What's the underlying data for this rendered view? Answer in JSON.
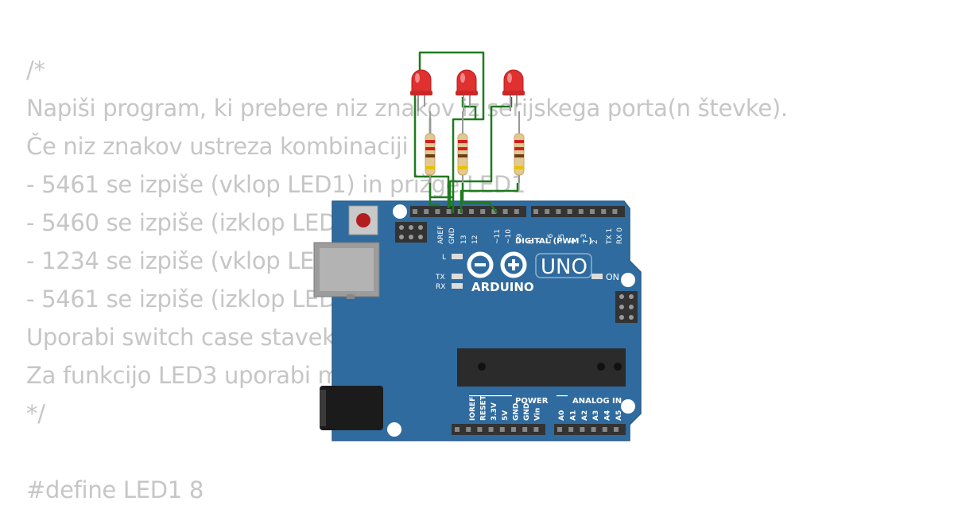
{
  "code_lines": [
    "/*",
    "Napiši program, ki prebere niz znakov iz serijskega porta(n števke).",
    "Če niz znakov ustreza kombinaciji",
    "- 5461 se izpiše (vklop LED1) in prižge LED1",
    "- 5460 se izpiše (izklop LED1) in ugasne LED1",
    "- 1234 se izpiše (vklop LED2) in prižge LED2",
    "- 5461 se izpiše (izklop LED2) in ugasne LED2",
    "Uporabi switch case stavek.",
    "Za funkcijo LED3 uporabi millis().",
    "*/",
    "",
    "#define LED1 8"
  ],
  "board": {
    "model_label": "UNO",
    "brand_label": "ARDUINO",
    "digital_header": "DIGITAL (PWM ~)",
    "power_header": "POWER",
    "analog_header": "ANALOG IN",
    "on_label": "ON",
    "l_label": "L",
    "tx_label": "TX",
    "rx_label": "RX",
    "digital_pins": [
      "AREF",
      "GND",
      "13",
      "12",
      "~11",
      "~10",
      "~9",
      "8",
      "7",
      "~6",
      "~5",
      "4",
      "~3",
      "2",
      "TX 1",
      "RX 0"
    ],
    "power_pins": [
      "IOREF",
      "RESET",
      "3.3V",
      "5V",
      "GND",
      "GND",
      "Vin"
    ],
    "analog_pins": [
      "A0",
      "A1",
      "A2",
      "A3",
      "A4",
      "A5"
    ]
  },
  "colors": {
    "board": "#2f6b9e",
    "wire": "#1f7a1f",
    "led": "#e03030",
    "code_text": "#c6c6c6"
  }
}
